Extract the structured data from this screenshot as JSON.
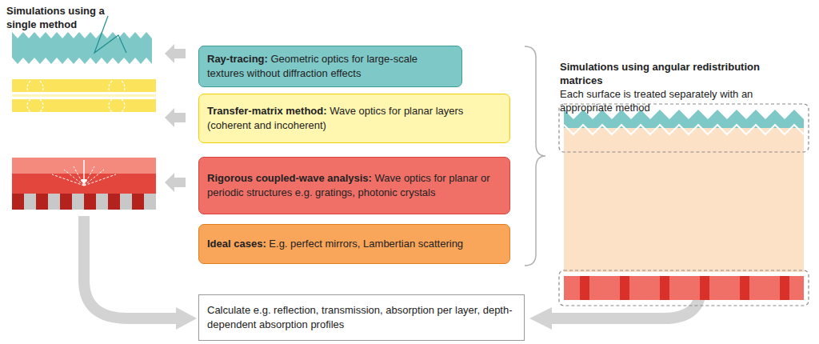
{
  "diagram": {
    "nodes": [
      {
        "text": [
          "Ray-tracing:",
          "Geometric optics for large-scale textures without diffraction effects"
        ]
      },
      {
        "text": [
          "Transfer-matrix method:",
          "Wave optics for planar layers (coherent and incoherent)"
        ]
      },
      {
        "text": [
          "Rigorous coupled-wave analysis:",
          "Wave optics for planar or periodic structures e.g. gratings, photonic crystals"
        ]
      },
      {
        "text": [
          "Ideal cases:",
          "E.g. perfect mirrors, Lambertian scattering"
        ]
      },
      {
        "text": [
          "Calculate e.g. reflection, transmission, absorption per layer, depth-dependent absorption profiles"
        ]
      }
    ],
    "labels": [
      "Simulations using a single method",
      "Simulations using angular redistribution matrices",
      "Each surface is treated separately with an appropriate method"
    ]
  }
}
